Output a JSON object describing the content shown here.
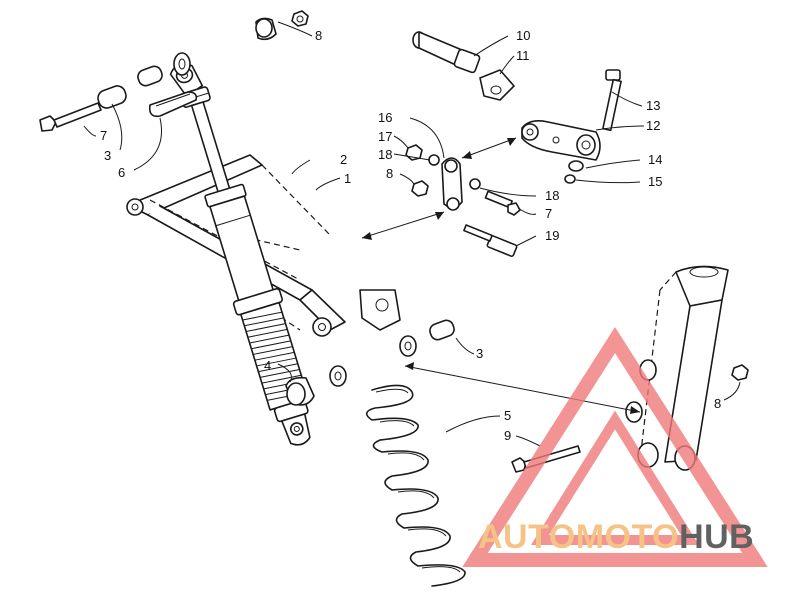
{
  "diagram": {
    "callouts": [
      {
        "id": "c8a",
        "text": "8"
      },
      {
        "id": "c10",
        "text": "10"
      },
      {
        "id": "c11",
        "text": "11"
      },
      {
        "id": "c13",
        "text": "13"
      },
      {
        "id": "c12",
        "text": "12"
      },
      {
        "id": "c16",
        "text": "16"
      },
      {
        "id": "c17",
        "text": "17"
      },
      {
        "id": "c18a",
        "text": "18"
      },
      {
        "id": "c8b",
        "text": "8"
      },
      {
        "id": "c2",
        "text": "2"
      },
      {
        "id": "c1",
        "text": "1"
      },
      {
        "id": "c14",
        "text": "14"
      },
      {
        "id": "c15",
        "text": "15"
      },
      {
        "id": "c18b",
        "text": "18"
      },
      {
        "id": "c7b",
        "text": "7"
      },
      {
        "id": "c19",
        "text": "19"
      },
      {
        "id": "c7a",
        "text": "7"
      },
      {
        "id": "c3a",
        "text": "3"
      },
      {
        "id": "c6",
        "text": "6"
      },
      {
        "id": "c3b",
        "text": "3"
      },
      {
        "id": "c4",
        "text": "4"
      },
      {
        "id": "c5",
        "text": "5"
      },
      {
        "id": "c9",
        "text": "9"
      },
      {
        "id": "c8c",
        "text": "8"
      }
    ]
  },
  "watermark": {
    "brand_part1": "AUTOMOTO",
    "brand_part2": "HUB",
    "color_primary": "#f07a7a",
    "color_accent": "#f5b56a",
    "color_dark": "#3a3a3a"
  }
}
